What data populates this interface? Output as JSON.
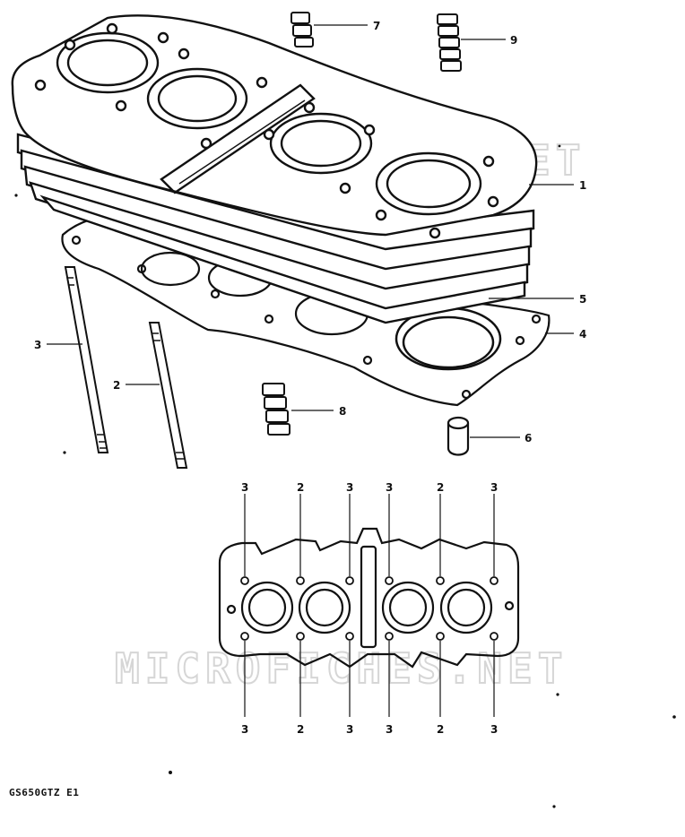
{
  "watermark": {
    "text": "MICROFICHES.NET"
  },
  "model_code": "GS650GTZ E1",
  "callouts": {
    "c1": "1",
    "c2": "2",
    "c3": "3",
    "c4": "4",
    "c5": "5",
    "c6": "6",
    "c7": "7",
    "c8": "8",
    "c9": "9"
  },
  "bolt_pattern": {
    "top": [
      "3",
      "2",
      "3",
      "3",
      "2",
      "3"
    ],
    "bottom": [
      "3",
      "2",
      "3",
      "3",
      "2",
      "3"
    ]
  }
}
